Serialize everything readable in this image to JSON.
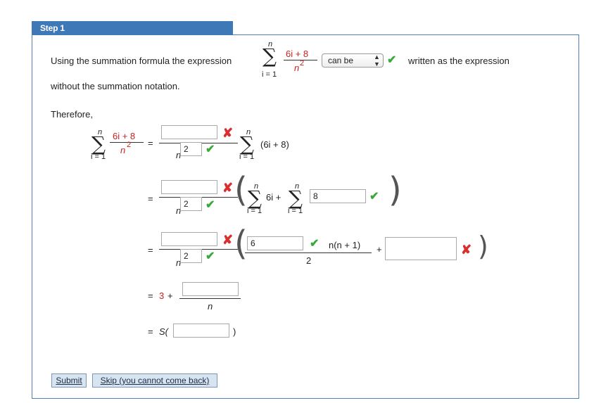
{
  "step": {
    "title": "Step 1"
  },
  "intro": {
    "prefix": "Using the summation formula the expression",
    "suffix": "written as the expression",
    "line2": "without the summation notation.",
    "therefore": "Therefore,"
  },
  "dropdown": {
    "selected": "can be"
  },
  "math": {
    "sigma": "∑",
    "upper": "n",
    "lower": "i = 1",
    "numer": "6i + 8",
    "denom_n": "n",
    "denom_sup": "2",
    "eq": "=",
    "sum_rhs": "(6i + 8)",
    "six_i_plus": "6i +",
    "frac_half_num": "n(n + 1)",
    "frac_half_den": "2",
    "plus": "+",
    "three": "3",
    "three_plus": "+",
    "s_open": "S(",
    "s_close": ")",
    "lparen": "(",
    "rparen": ")"
  },
  "inputs": {
    "r1_num": "",
    "r1_den": "2",
    "r2_num": "",
    "r2_den": "2",
    "r2_sum": "8",
    "r3_num": "",
    "r3_den": "2",
    "r3_six": "6",
    "r3_extra": "",
    "r4_num": "",
    "r5": ""
  },
  "icons": {
    "check": "✔",
    "cross": "✘"
  },
  "buttons": {
    "submit": "Submit",
    "skip": "Skip (you cannot come back)"
  }
}
